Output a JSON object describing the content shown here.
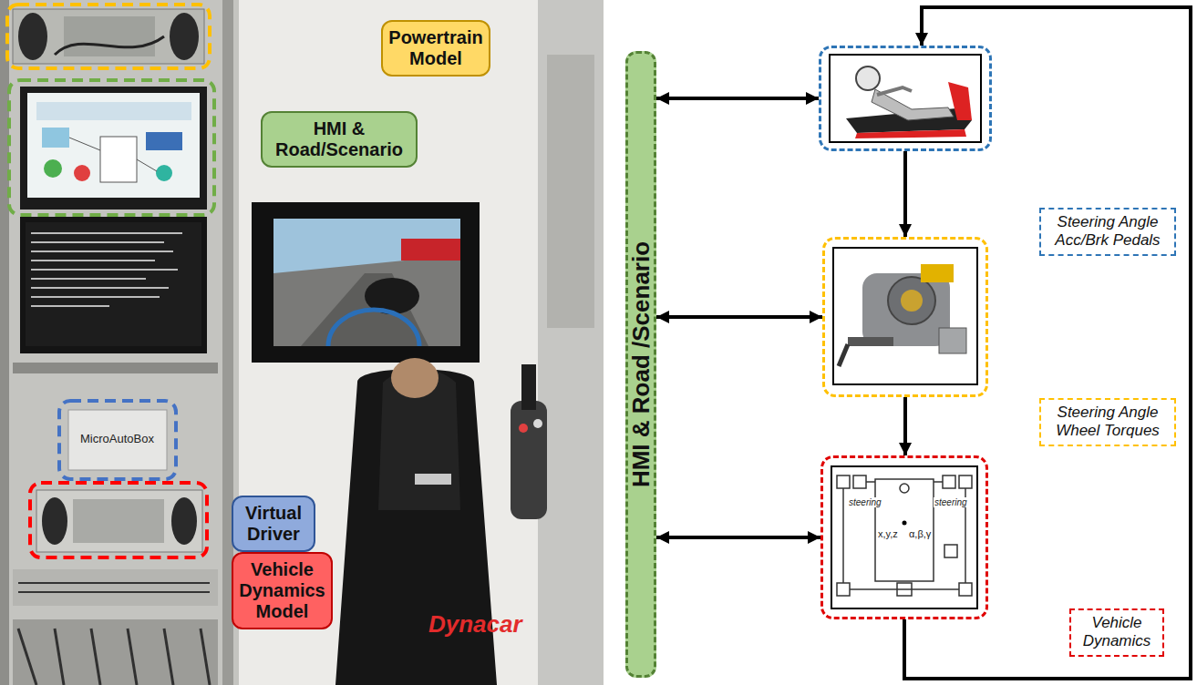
{
  "diagram": {
    "nodes": [
      {
        "text": [
          "Powertrain Model"
        ]
      },
      {
        "text": [
          "HMI & Road/Scenario"
        ]
      },
      {
        "text": [
          "Virtual Driver"
        ]
      },
      {
        "text": [
          "Vehicle Dynamics Model"
        ]
      },
      {
        "text": [
          "HMI & Road /Scenario"
        ]
      },
      {
        "text": []
      },
      {
        "text": [
          "Steering Angle Acc/Brk Pedals"
        ]
      },
      {
        "text": []
      },
      {
        "text": [
          "Steering Angle Wheel Torques"
        ]
      },
      {
        "text": []
      },
      {
        "text": [
          "Vehicle Dynamics"
        ]
      }
    ],
    "edges": [
      {
        "from": 4,
        "to": 5,
        "arrow": "both"
      },
      {
        "from": 4,
        "to": 7,
        "arrow": "both"
      },
      {
        "from": 4,
        "to": 9,
        "arrow": "both"
      },
      {
        "from": 5,
        "to": 7,
        "arrow": "to"
      },
      {
        "from": 7,
        "to": 9,
        "arrow": "to"
      },
      {
        "from": 9,
        "to": 5,
        "arrow": "to"
      }
    ],
    "labels": [
      "MicroAutoBox",
      "Dynacar",
      "steering",
      "steering",
      "x,y,z",
      "α,β,γ"
    ]
  }
}
